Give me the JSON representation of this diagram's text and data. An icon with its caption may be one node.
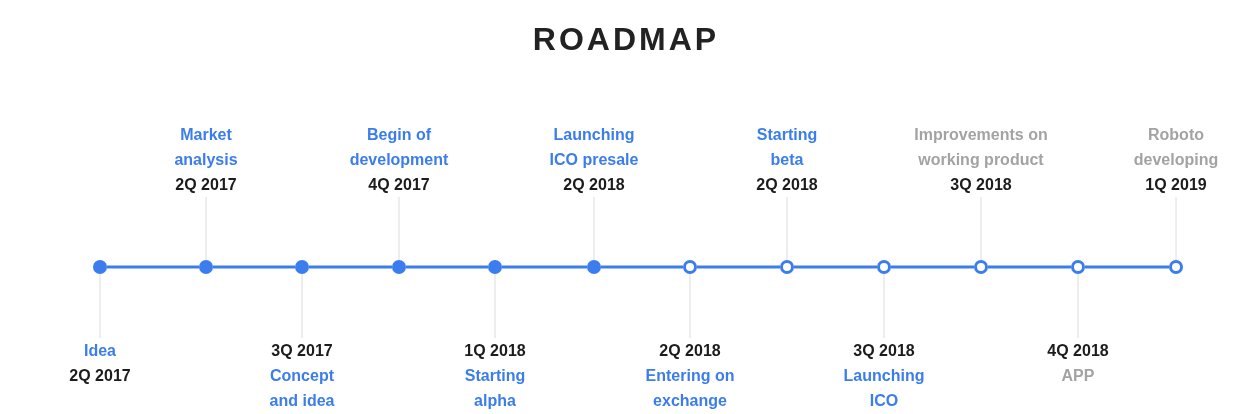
{
  "diagram": {
    "title": "ROADMAP",
    "nodes": [
      {
        "text": [],
        "shape": "circle"
      },
      {
        "text": [],
        "shape": "circle"
      },
      {
        "text": [],
        "shape": "circle"
      },
      {
        "text": [],
        "shape": "circle"
      },
      {
        "text": [],
        "shape": "circle"
      },
      {
        "text": [],
        "shape": "circle"
      },
      {
        "text": [],
        "shape": "ring"
      },
      {
        "text": [],
        "shape": "ring"
      },
      {
        "text": [],
        "shape": "ring"
      },
      {
        "text": [],
        "shape": "ring"
      },
      {
        "text": [],
        "shape": "ring"
      },
      {
        "text": [],
        "shape": "ring"
      },
      {
        "text": [
          "Idea",
          "2Q 2017"
        ]
      },
      {
        "text": [
          "Market analysis",
          "2Q 2017"
        ]
      },
      {
        "text": [
          "3Q 2017",
          "Concept and idea"
        ]
      },
      {
        "text": [
          "Begin of development",
          "4Q 2017"
        ]
      },
      {
        "text": [
          "1Q 2018",
          "Starting alpha"
        ]
      },
      {
        "text": [
          "Launching ICO presale",
          "2Q 2018"
        ]
      },
      {
        "text": [
          "2Q 2018",
          "Entering on exchange"
        ]
      },
      {
        "text": [
          "Starting beta",
          "2Q 2018"
        ]
      },
      {
        "text": [
          "3Q 2018",
          "Launching ICO"
        ]
      },
      {
        "text": [
          "Improvements on working product",
          "3Q 2018"
        ]
      },
      {
        "text": [
          "4Q 2018",
          "APP"
        ]
      },
      {
        "text": [
          "Roboto developing",
          "1Q 2019"
        ]
      }
    ],
    "edges": [
      {
        "from": 0,
        "to": 1,
        "arrow": "none",
        "style": "thick",
        "color": "#3b7ded"
      },
      {
        "from": 1,
        "to": 2,
        "arrow": "none",
        "style": "thick",
        "color": "#3b7ded"
      },
      {
        "from": 2,
        "to": 3,
        "arrow": "none",
        "style": "thick",
        "color": "#3b7ded"
      },
      {
        "from": 3,
        "to": 4,
        "arrow": "none",
        "style": "thick",
        "color": "#3b7ded"
      },
      {
        "from": 4,
        "to": 5,
        "arrow": "none",
        "style": "thick",
        "color": "#3b7ded"
      },
      {
        "from": 5,
        "to": 6,
        "arrow": "none",
        "style": "thick",
        "color": "#3b7ded"
      },
      {
        "from": 6,
        "to": 7,
        "arrow": "none",
        "style": "thick",
        "color": "#3b7ded"
      },
      {
        "from": 7,
        "to": 8,
        "arrow": "none",
        "style": "thick",
        "color": "#3b7ded"
      },
      {
        "from": 8,
        "to": 9,
        "arrow": "none",
        "style": "thick",
        "color": "#3b7ded"
      },
      {
        "from": 9,
        "to": 10,
        "arrow": "none",
        "style": "thick",
        "color": "#3b7ded"
      },
      {
        "from": 10,
        "to": 11,
        "arrow": "none",
        "style": "thick",
        "color": "#3b7ded"
      },
      {
        "from": 12,
        "to": 0,
        "arrow": "none"
      },
      {
        "from": 13,
        "to": 1,
        "arrow": "none"
      },
      {
        "from": 14,
        "to": 2,
        "arrow": "none"
      },
      {
        "from": 15,
        "to": 3,
        "arrow": "none"
      },
      {
        "from": 16,
        "to": 4,
        "arrow": "none"
      },
      {
        "from": 17,
        "to": 5,
        "arrow": "none"
      },
      {
        "from": 18,
        "to": 6,
        "arrow": "none"
      },
      {
        "from": 19,
        "to": 7,
        "arrow": "none"
      },
      {
        "from": 20,
        "to": 8,
        "arrow": "none"
      },
      {
        "from": 21,
        "to": 9,
        "arrow": "none"
      },
      {
        "from": 22,
        "to": 10,
        "arrow": "none"
      },
      {
        "from": 23,
        "to": 11,
        "arrow": "none"
      }
    ]
  }
}
